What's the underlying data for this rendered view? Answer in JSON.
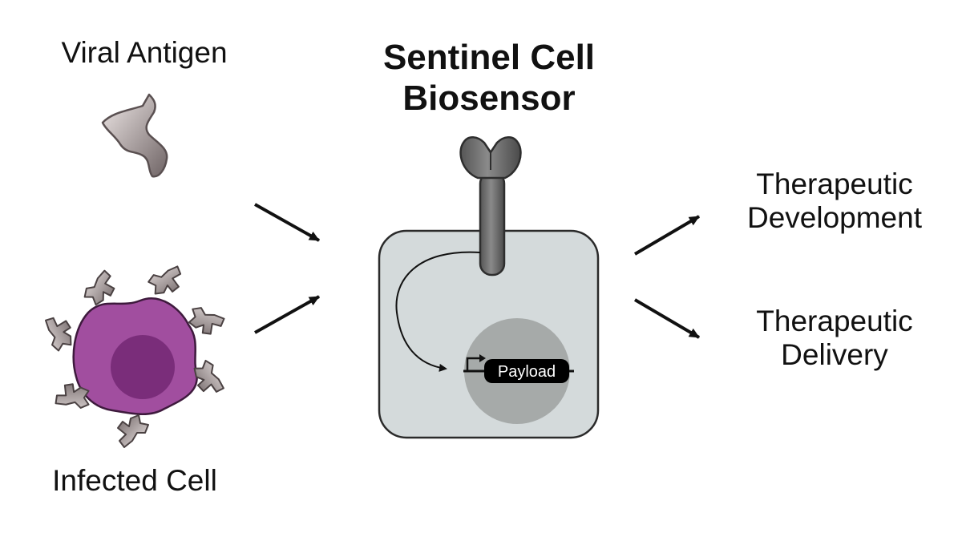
{
  "diagram": {
    "title_line1": "Sentinel Cell",
    "title_line2": "Biosensor",
    "inputs": {
      "viral_antigen": "Viral Antigen",
      "infected_cell": "Infected Cell"
    },
    "outputs": {
      "development_line1": "Therapeutic",
      "development_line2": "Development",
      "delivery_line1": "Therapeutic",
      "delivery_line2": "Delivery"
    },
    "payload_label": "Payload"
  },
  "colors": {
    "cell_fill": "#d4dadb",
    "cell_stroke": "#2a2a2a",
    "nucleus": "#a6aaa9",
    "receptor": "#6b6b6b",
    "antigen_dark": "#7d7273",
    "antigen_light": "#e6dedd",
    "infected_cell": "#a14e9f",
    "infected_nucleus": "#7a2d7a",
    "arrow": "#111111"
  }
}
